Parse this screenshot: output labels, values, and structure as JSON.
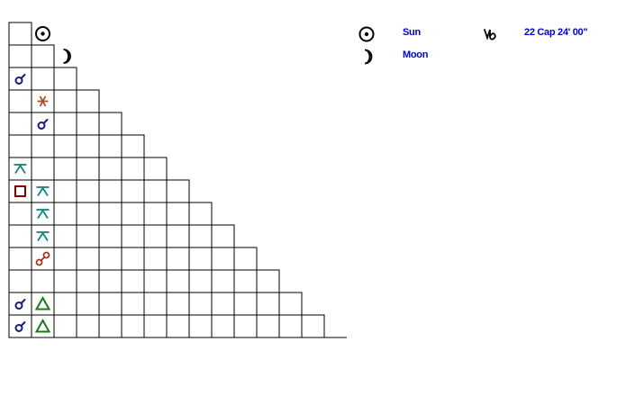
{
  "grid": {
    "rows": 14,
    "row_planets": [
      "sun",
      "moon",
      "",
      "",
      "",
      "",
      "",
      "",
      "",
      "",
      "",
      "",
      "",
      ""
    ],
    "aspects": [
      {
        "row": 2,
        "col": 1,
        "type": "conjunction",
        "color": "#1a1a80"
      },
      {
        "row": 3,
        "col": 2,
        "type": "sextile",
        "color": "#a0522d"
      },
      {
        "row": 4,
        "col": 2,
        "type": "conjunction",
        "color": "#1a1a80"
      },
      {
        "row": 6,
        "col": 1,
        "type": "quincunx",
        "color": "#1a8080"
      },
      {
        "row": 7,
        "col": 1,
        "type": "square",
        "color": "#800000"
      },
      {
        "row": 7,
        "col": 2,
        "type": "quincunx",
        "color": "#1a8080"
      },
      {
        "row": 8,
        "col": 2,
        "type": "quincunx",
        "color": "#1a8080"
      },
      {
        "row": 9,
        "col": 2,
        "type": "quincunx",
        "color": "#1a8080"
      },
      {
        "row": 10,
        "col": 2,
        "type": "opposition",
        "color": "#b03020"
      },
      {
        "row": 12,
        "col": 1,
        "type": "conjunction",
        "color": "#1a1a80"
      },
      {
        "row": 12,
        "col": 2,
        "type": "trine",
        "color": "#1a7a1a"
      },
      {
        "row": 13,
        "col": 1,
        "type": "conjunction",
        "color": "#1a1a80"
      },
      {
        "row": 13,
        "col": 2,
        "type": "trine",
        "color": "#1a7a1a"
      }
    ]
  },
  "legend": {
    "items": [
      {
        "glyph": "sun-icon",
        "label": "Sun"
      },
      {
        "glyph": "moon-icon",
        "label": "Moon"
      }
    ],
    "extra": {
      "glyph": "capricorn-icon",
      "text": "22 Cap 24' 00\""
    }
  },
  "colors": {
    "text": "#0000cc",
    "grid": "#000000",
    "planet": "#000000"
  }
}
